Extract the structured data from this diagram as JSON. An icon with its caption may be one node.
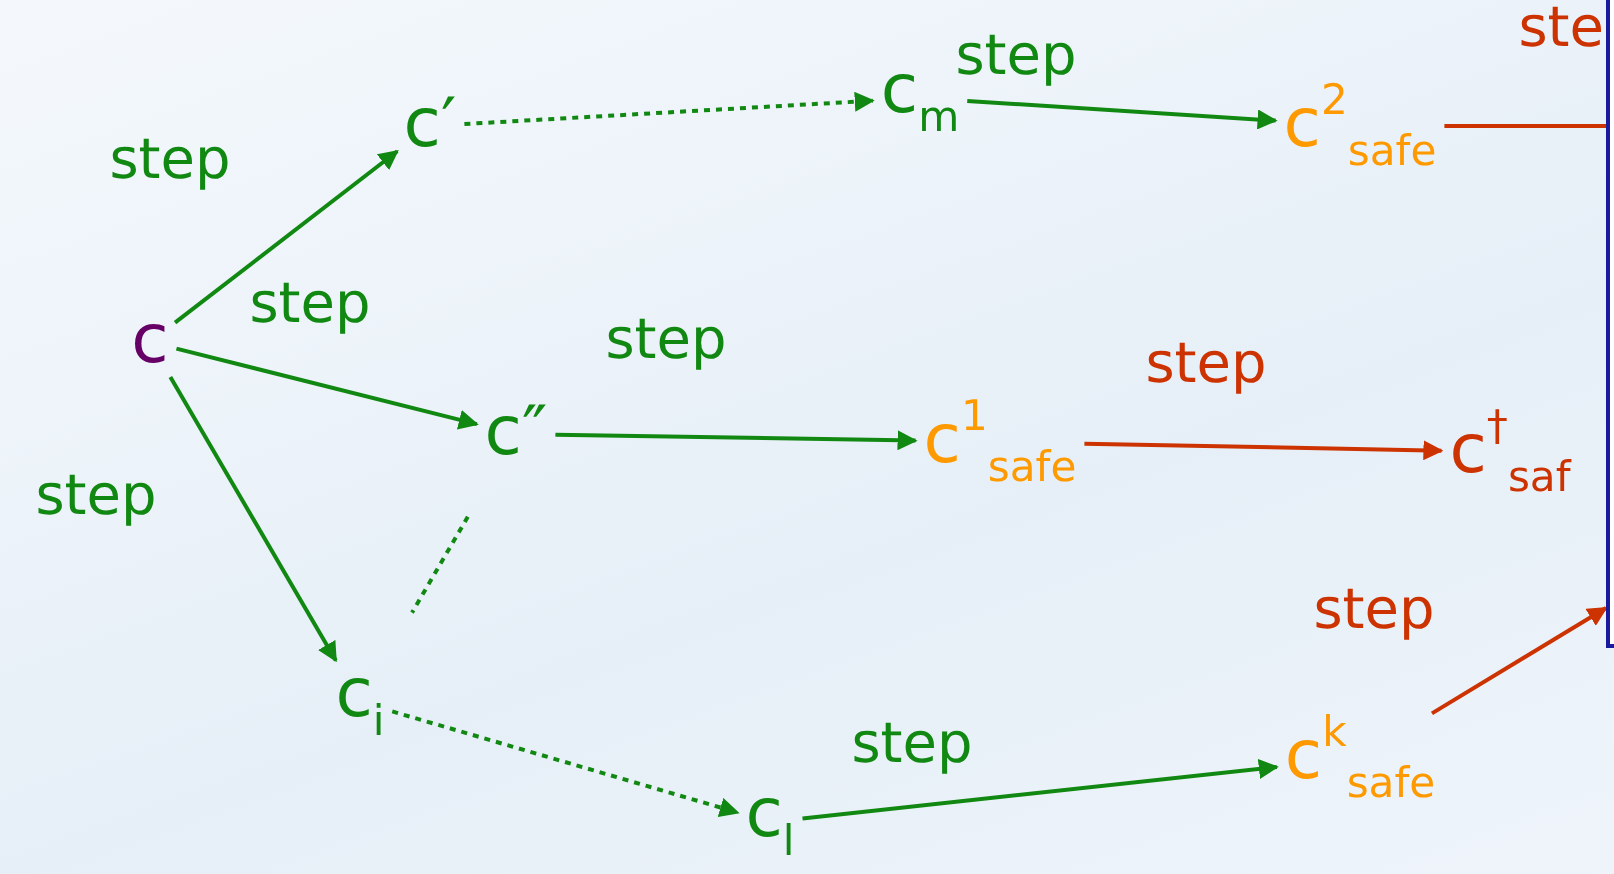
{
  "diagram": {
    "nodes": [
      {
        "text": [
          "c"
        ]
      },
      {
        "text": [
          "c′"
        ]
      },
      {
        "text": [
          "c″"
        ]
      },
      {
        "text": [
          "c$_{i}$"
        ]
      },
      {
        "text": [
          "c$_{m}$"
        ]
      },
      {
        "text": [
          "c$^{2}$$_{safe}$"
        ]
      },
      {
        "text": [
          "c$^{1}$$_{safe}$"
        ]
      },
      {
        "text": [
          "c$^{†}$$_{saf}$"
        ]
      },
      {
        "text": [
          "c$_{l}$"
        ]
      },
      {
        "text": [
          "c$^{k}$$_{safe}$"
        ]
      },
      {
        "text": [],
        "shape": "box"
      }
    ],
    "edges": [
      {
        "from": 0,
        "to": 1,
        "arrow": "to",
        "label": "step"
      },
      {
        "from": 0,
        "to": 2,
        "arrow": "to",
        "label": "step"
      },
      {
        "from": 0,
        "to": 3,
        "arrow": "to",
        "label": "step"
      },
      {
        "from": 1,
        "to": 4,
        "arrow": "to",
        "style": "dashed"
      },
      {
        "from": 4,
        "to": 5,
        "arrow": "to",
        "label": "step"
      },
      {
        "from": 2,
        "to": 6,
        "arrow": "to",
        "label": "step"
      },
      {
        "from": 6,
        "to": 7,
        "arrow": "to",
        "label": "step",
        "color": "#cc3300"
      },
      {
        "from": 2,
        "to": 3,
        "arrow": "none",
        "style": "dashed"
      },
      {
        "from": 3,
        "to": 8,
        "arrow": "to",
        "style": "dashed"
      },
      {
        "from": 8,
        "to": 9,
        "arrow": "to",
        "label": "step"
      },
      {
        "from": 9,
        "to": 10,
        "arrow": "to",
        "label": "step",
        "color": "#cc3300"
      },
      {
        "from": 5,
        "to": 10,
        "arrow": "none",
        "label": "ste",
        "color": "#cc3300"
      }
    ]
  }
}
